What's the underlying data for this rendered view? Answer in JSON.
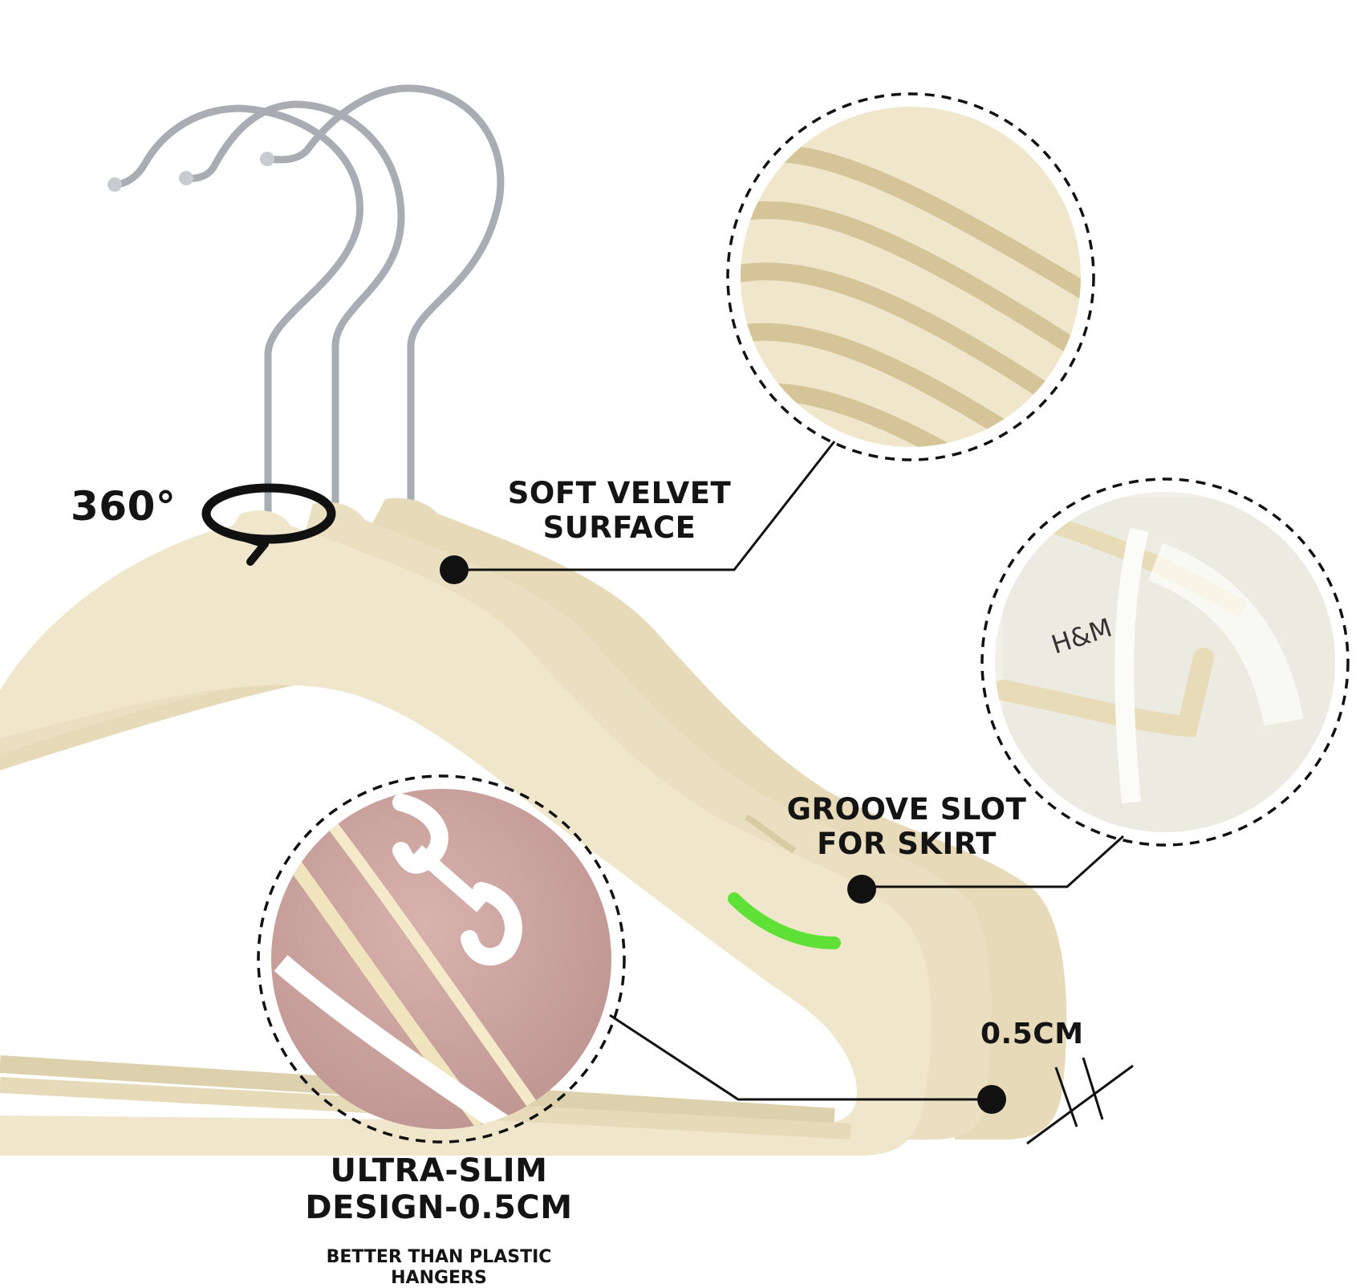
{
  "image": {
    "subject": "Three stacked cream velvet clothes hangers with silver swivel hooks, with three circular zoom-in callouts",
    "colors": {
      "velvet": "#efe6cc",
      "velvet_shadow": "#d9cba4",
      "hook": "#b9bdc2",
      "accent_highlight": "#5ee037",
      "ink": "#141414"
    }
  },
  "callouts": {
    "rotation_label": "360°",
    "velvet_label_line1": "SOFT VELVET",
    "velvet_label_line2": "SURFACE",
    "groove_label_line1": "GROOVE SLOT",
    "groove_label_line2": "FOR SKIRT",
    "thickness_label": "0.5CM",
    "slim_label_line1": "ULTRA-SLIM",
    "slim_label_line2": "DESIGN-0.5CM",
    "slim_sublabel": "BETTER THAN PLASTIC HANGERS"
  }
}
